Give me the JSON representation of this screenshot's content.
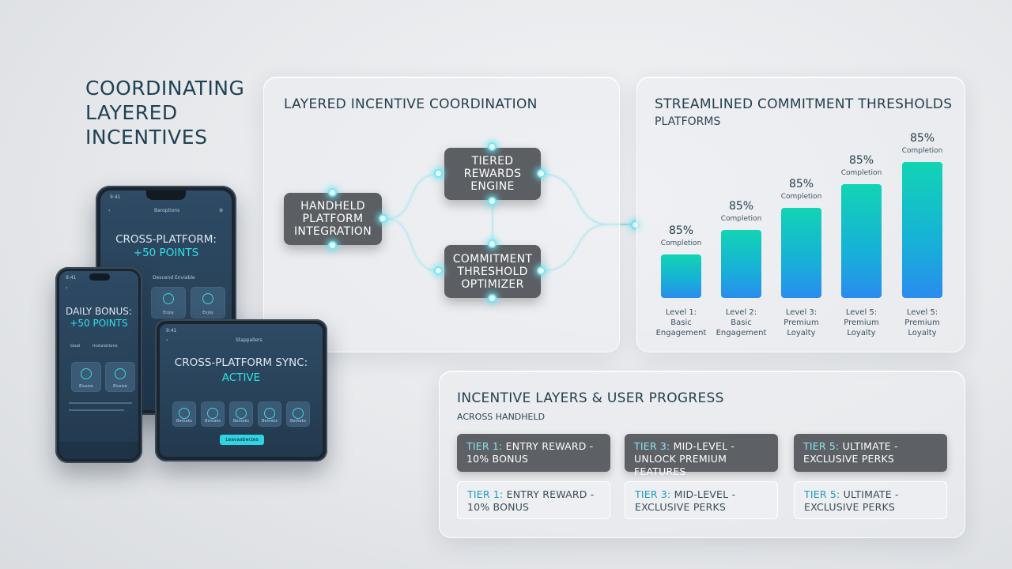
{
  "hero": {
    "line1": "COORDINATING",
    "line2": "LAYERED",
    "line3": "INCENTIVES"
  },
  "flow": {
    "title": "LAYERED INCENTIVE COORDINATION",
    "nodes": {
      "handheld": [
        "HANDHELD",
        "PLATFORM",
        "INTEGRATION"
      ],
      "tiered": [
        "TIERED",
        "REWARDS",
        "ENGINE"
      ],
      "commitment": [
        "COMMITMENT",
        "THRESHOLD",
        "OPTIMIZER"
      ]
    }
  },
  "chart": {
    "title": "STREAMLINED COMMITMENT THRESHOLDS",
    "subtitle": "PLATFORMS"
  },
  "chart_data": {
    "type": "bar",
    "title": "STREAMLINED COMMITMENT THRESHOLDS",
    "subtitle": "PLATFORMS",
    "categories": [
      "Level 1: Basic Engagement",
      "Level 2: Basic Engagement",
      "Level 3: Premium Loyalty",
      "Level 5: Premium Loyalty",
      "Level 5: Premium Loyalty"
    ],
    "category_lines": [
      [
        "Level 1:",
        "Basic",
        "Engagement"
      ],
      [
        "Level 2:",
        "Basic",
        "Engagement"
      ],
      [
        "Level 3:",
        "Premium",
        "Loyalty"
      ],
      [
        "Level 5:",
        "Premium",
        "Loyalty"
      ],
      [
        "Level 5:",
        "Premium",
        "Loyalty"
      ]
    ],
    "data_labels": [
      "85%",
      "85%",
      "85%",
      "85%",
      "85%"
    ],
    "data_sublabel": "Completion",
    "values": [
      1.0,
      1.55,
      2.05,
      2.6,
      3.1
    ],
    "ylim": [
      0,
      3.1
    ],
    "grid": false,
    "colors": {
      "top": "#12d4b4",
      "bottom": "#2a8cee"
    }
  },
  "tiers": {
    "title": "INCENTIVE LAYERS & USER PROGRESS",
    "subtitle": "ACROSS HANDHELD",
    "rows": [
      [
        {
          "tier": "TIER 1:",
          "text": "ENTRY REWARD -",
          "text2": "10% BONUS"
        },
        {
          "tier": "TIER 3:",
          "text": "MID-LEVEL -",
          "text2": "UNLOCK PREMIUM FEATURES"
        },
        {
          "tier": "TIER 5:",
          "text": "ULTIMATE -",
          "text2": "EXCLUSIVE PERKS"
        }
      ],
      [
        {
          "tier": "TIER 1:",
          "text": "ENTRY REWARD -",
          "text2": "10% BONUS"
        },
        {
          "tier": "TIER 3:",
          "text": "MID-LEVEL -",
          "text2": "EXCLUSIVE PERKS"
        },
        {
          "tier": "TIER 5:",
          "text": "ULTIMATE -",
          "text2": "EXCLUSIVE PERKS"
        }
      ]
    ]
  },
  "devices": {
    "phone_back": {
      "time": "9:41",
      "app": "Baroptions",
      "title1": "CROSS-PLATFORM:",
      "title2": "+50 POINTS",
      "section": "Descend Enviable",
      "tile_label": "Enjoy"
    },
    "phone_front": {
      "time": "9:41",
      "title1": "DAILY BONUS:",
      "title2": "+50 POINTS",
      "tab1": "Goal",
      "tab2": "Instalations",
      "tile_label": "Elusive"
    },
    "tablet": {
      "time": "9:41",
      "app": "Stappallers",
      "title1": "CROSS-PLATFORM SYNC:",
      "title2": "ACTIVE",
      "tile_label": "Bemaks",
      "cta": "Leavaaberzes"
    }
  }
}
